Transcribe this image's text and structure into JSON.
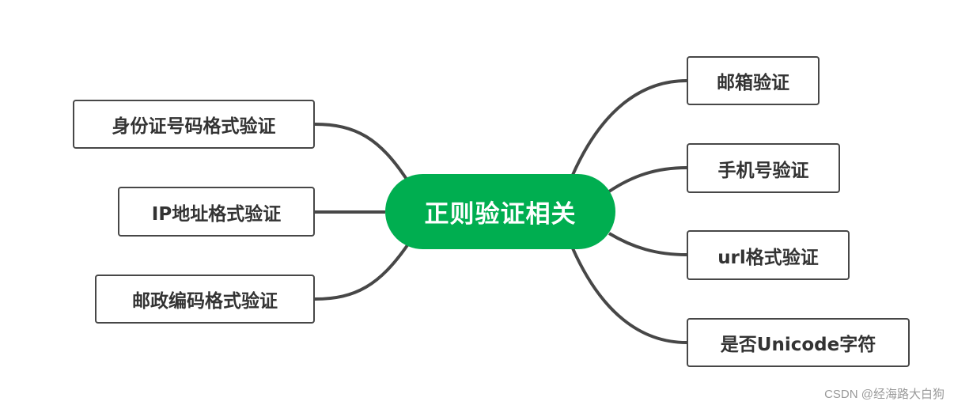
{
  "root": "正则验证相关",
  "left_nodes": [
    "身份证号码格式验证",
    "IP地址格式验证",
    "邮政编码格式验证"
  ],
  "right_nodes": [
    "邮箱验证",
    "手机号验证",
    "url格式验证",
    "是否Unicode字符"
  ],
  "colors": {
    "root": "#00ae50",
    "line": "#474747"
  },
  "watermark": "CSDN @经海路大白狗"
}
